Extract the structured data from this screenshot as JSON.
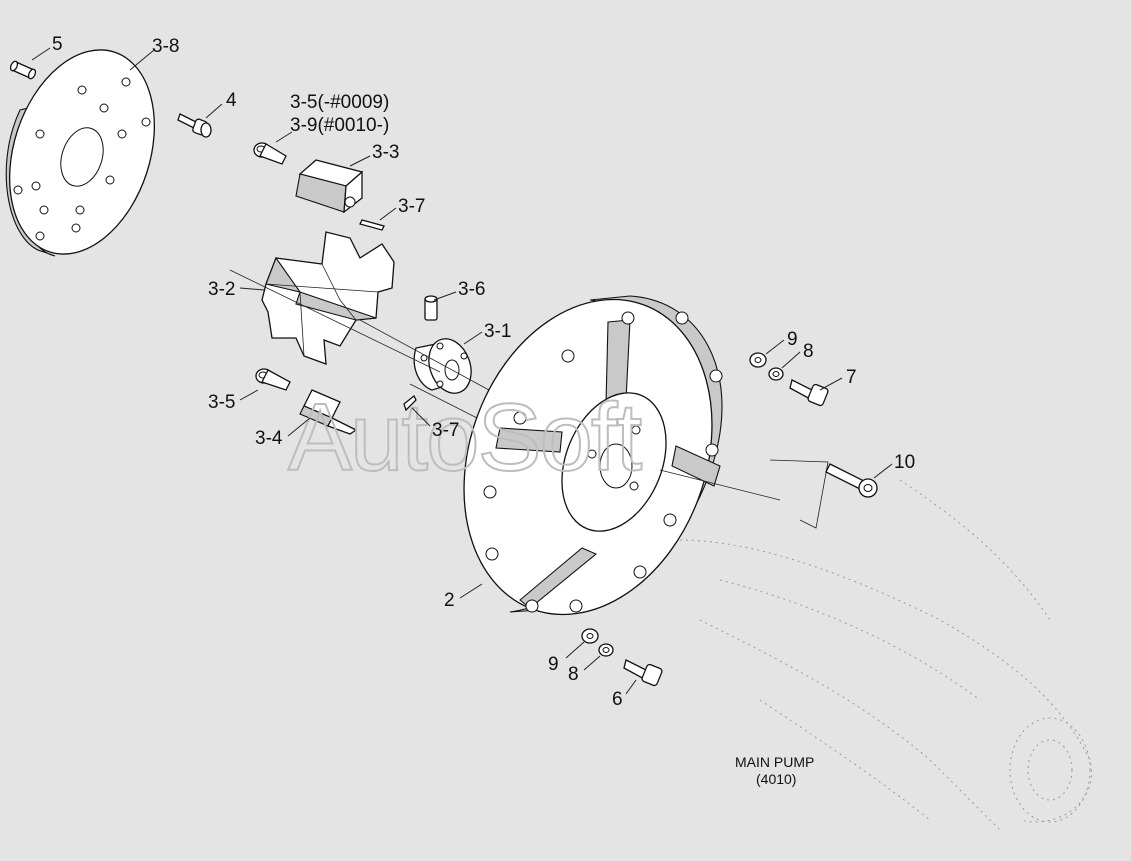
{
  "labels": {
    "l5": "5",
    "l3_8": "3-8",
    "l4": "4",
    "l3_5_top": "3-5(-#0009)",
    "l3_9": "3-9(#0010-)",
    "l3_3": "3-3",
    "l3_7_top": "3-7",
    "l3_2": "3-2",
    "l3_6": "3-6",
    "l3_1": "3-1",
    "l3_5": "3-5",
    "l3_4": "3-4",
    "l3_7": "3-7",
    "l9_top": "9",
    "l8_top": "8",
    "l7": "7",
    "l10": "10",
    "l2": "2",
    "l9_bot": "9",
    "l8_bot": "8",
    "l6": "6"
  },
  "main_pump": {
    "name": "MAIN PUMP",
    "code": "(4010)"
  },
  "watermark": "AutoSoft",
  "colors": {
    "background": "#e4e4e4",
    "line": "#111111",
    "watermark": "#bdbdbd"
  }
}
